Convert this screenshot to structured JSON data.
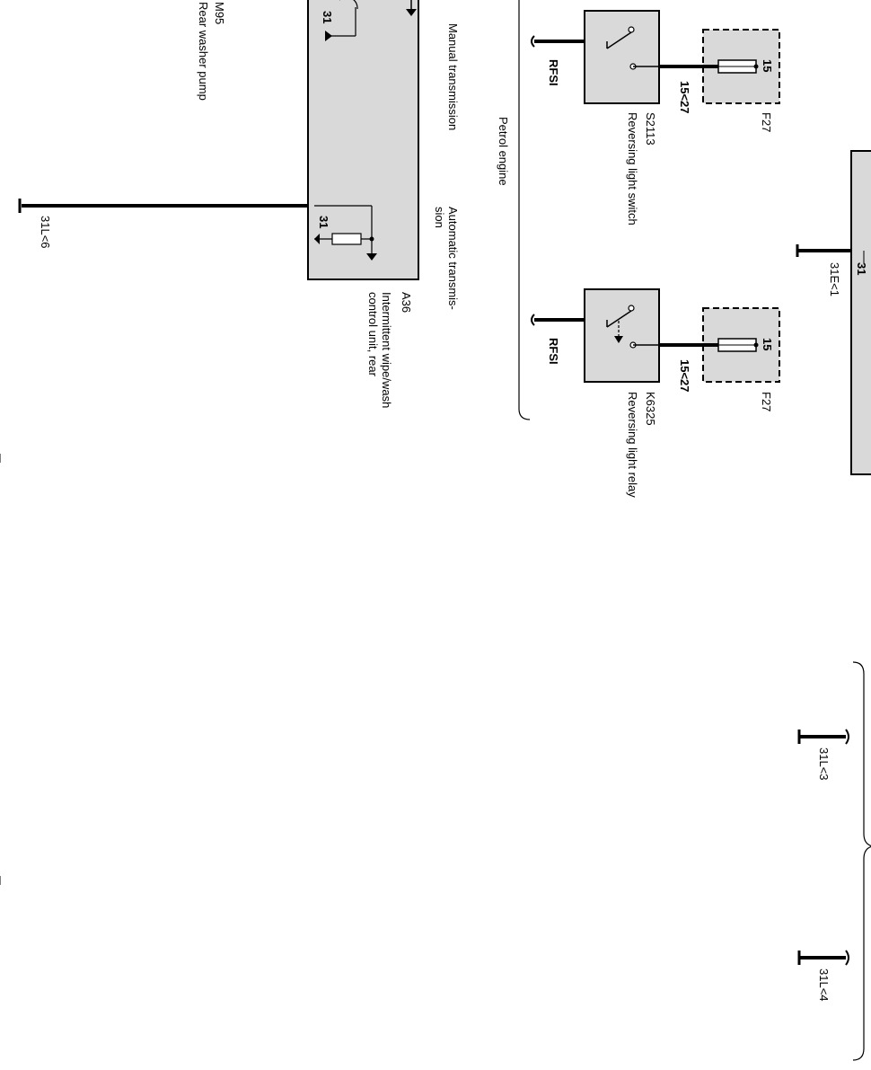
{
  "diagram": {
    "fuse_a": {
      "name": "F27",
      "pin": "15"
    },
    "fuse_b": {
      "name": "F27",
      "pin": "15"
    },
    "switch": {
      "id": "S2113",
      "desc": "Reversing light switch",
      "wire": "15<27",
      "ground": "RFSI"
    },
    "relay": {
      "id": "K6325",
      "desc": "Reversing light relay",
      "wire": "15<27",
      "ground": "RFSI"
    },
    "petrol_label": "Petrol engine",
    "manual_label": "Manual transmission",
    "auto_label_1": "Automatic transmis-",
    "auto_label_2": "sion",
    "control_unit": {
      "id": "A36",
      "desc_1": "Intermittent wipe/wash",
      "desc_2": "control unit, rear",
      "pin_top": "31",
      "pin_bottom": "31"
    },
    "pump": {
      "id": "M95",
      "desc": "Rear washer pump"
    },
    "ground_6": "31L<6",
    "bus": {
      "pin": "31",
      "ref": "31E<1"
    },
    "ground_3": "31L<3",
    "ground_4": "31L<4"
  },
  "colors": {
    "ink": "#000000",
    "component_fill": "#d9d9d9",
    "paper": "#ffffff"
  }
}
